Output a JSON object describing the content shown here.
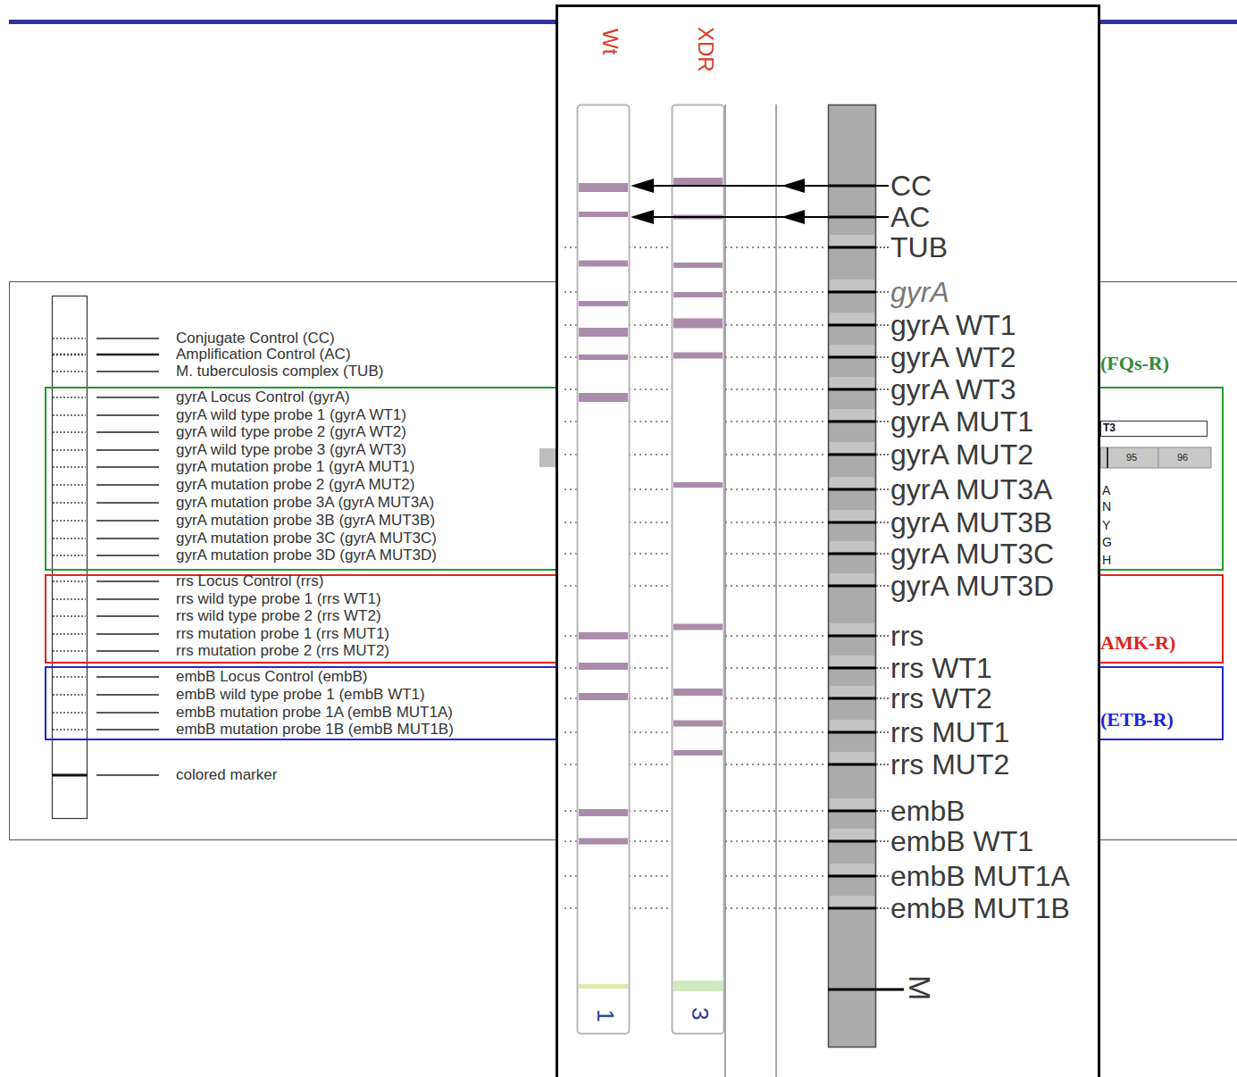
{
  "diagram": {
    "nodes": [
      {
        "text": [
          "gyrA Locus Control (gyrA)",
          "gyrA wild type probe 1 (gyrA WT1)",
          "gyrA wild type probe 2 (gyrA WT2)",
          "gyrA wild type probe 3 (gyrA WT3)",
          "gyrA mutation probe 1 (gyrA MUT1)",
          "gyrA mutation probe 2 (gyrA MUT2)",
          "gyrA mutation probe 3A (gyrA MUT3A)",
          "gyrA mutation probe 3B (gyrA MUT3B)",
          "gyrA mutation probe 3C (gyrA MUT3C)",
          "gyrA mutation probe 3D (gyrA MUT3D)"
        ]
      },
      {
        "text": [
          "rrs Locus Control (rrs)",
          "rrs wild type probe 1 (rrs WT1)",
          "rrs wild type probe 2 (rrs WT2)",
          "rrs mutation probe 1 (rrs MUT1)",
          "rrs mutation probe 2 (rrs MUT2)",
          "AMK-R)"
        ]
      },
      {
        "text": [
          "embB Locus Control (embB)",
          "embB wild type probe 1 (embB WT1)",
          "embB mutation probe 1A (embB MUT1A)",
          "embB mutation probe 1B (embB MUT1B)",
          "(ETB-R)"
        ]
      }
    ],
    "labels": [
      "Conjugate Control (CC)",
      "Amplification Control (AC)",
      "M. tuberculosis complex (TUB)",
      "colored marker",
      "Wt",
      "XDR",
      "CC",
      "AC",
      "TUB",
      "gyrA",
      "gyrA WT1",
      "gyrA WT2",
      "gyrA WT3",
      "gyrA MUT1",
      "gyrA MUT2",
      "gyrA MUT3A",
      "gyrA MUT3B",
      "gyrA MUT3C",
      "gyrA MUT3D",
      "rrs",
      "rrs WT1",
      "rrs WT2",
      "rrs MUT1",
      "rrs MUT2",
      "embB",
      "embB WT1",
      "embB MUT1A",
      "embB MUT1B",
      "M",
      "1",
      "3",
      "(FQs-R)",
      "T3",
      "95",
      "96",
      "A",
      "N",
      "Y",
      "G",
      "H"
    ]
  }
}
